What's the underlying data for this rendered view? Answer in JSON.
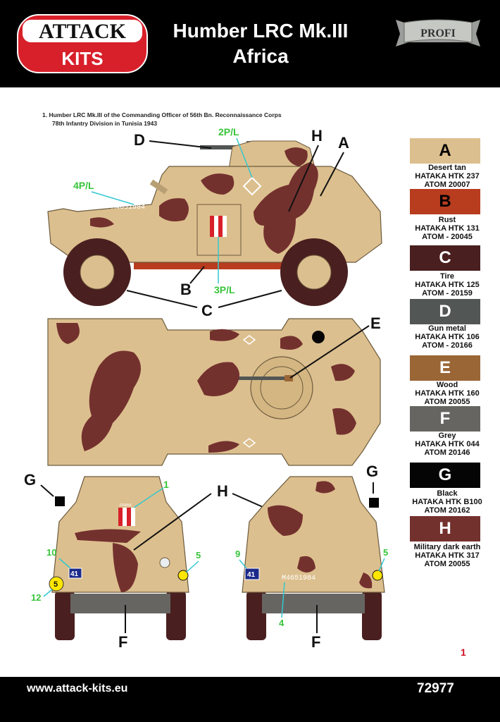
{
  "header": {
    "logo_top": "ATTACK",
    "logo_bottom": "KITS",
    "title_line1": "Humber LRC Mk.III",
    "title_line2": "Africa",
    "badge": "PROFI"
  },
  "caption": {
    "line1": "1.  Humber LRC Mk.III of the Commanding Officer of 56th Bn. Reconnaissance Corps",
    "line2": "78th Infantry Division in Tunisia 1943"
  },
  "callouts": {
    "A": "A",
    "B": "B",
    "C": "C",
    "D": "D",
    "E": "E",
    "F": "F",
    "G": "G",
    "H": "H",
    "p2": "2P/L",
    "p3": "3P/L",
    "p4": "4P/L",
    "n1": "1",
    "n4": "4",
    "n5": "5",
    "n9": "9",
    "n10": "10",
    "n12": "12"
  },
  "markings": {
    "serial": "M4651984",
    "unit_number": "41",
    "bridge": "5",
    "plate_text": "FRANK"
  },
  "paints": [
    {
      "letter": "A",
      "name": "Desert tan",
      "hataka": "HATAKA HTK 237",
      "atom": "ATOM 20007",
      "color": "#dcbf8e"
    },
    {
      "letter": "B",
      "name": "Rust",
      "hataka": "HATAKA HTK 131",
      "atom": "ATOM - 20045",
      "color": "#b83c1e"
    },
    {
      "letter": "C",
      "name": "Tire",
      "hataka": "HATAKA HTK 125",
      "atom": "ATOM - 20159",
      "color": "#4a1f1f"
    },
    {
      "letter": "D",
      "name": "Gun metal",
      "hataka": "HATAKA HTK 106",
      "atom": "ATOM - 20166",
      "color": "#525654"
    },
    {
      "letter": "E",
      "name": "Wood",
      "hataka": "HATAKA HTK 160",
      "atom": "ATOM 20055",
      "color": "#9a6636"
    },
    {
      "letter": "F",
      "name": "Grey",
      "hataka": "HATAKA HTK 044",
      "atom": "ATOM 20146",
      "color": "#676562"
    },
    {
      "letter": "G",
      "name": "Black",
      "hataka": "HATAKA HTK B100",
      "atom": "ATOM 20162",
      "color": "#050505"
    },
    {
      "letter": "H",
      "name": "Military dark earth",
      "hataka": "HATAKA HTK  317",
      "atom": "ATOM 20055",
      "color": "#73312e"
    }
  ],
  "footer": {
    "page": "1",
    "url": "www.attack-kits.eu",
    "code": "72977"
  }
}
